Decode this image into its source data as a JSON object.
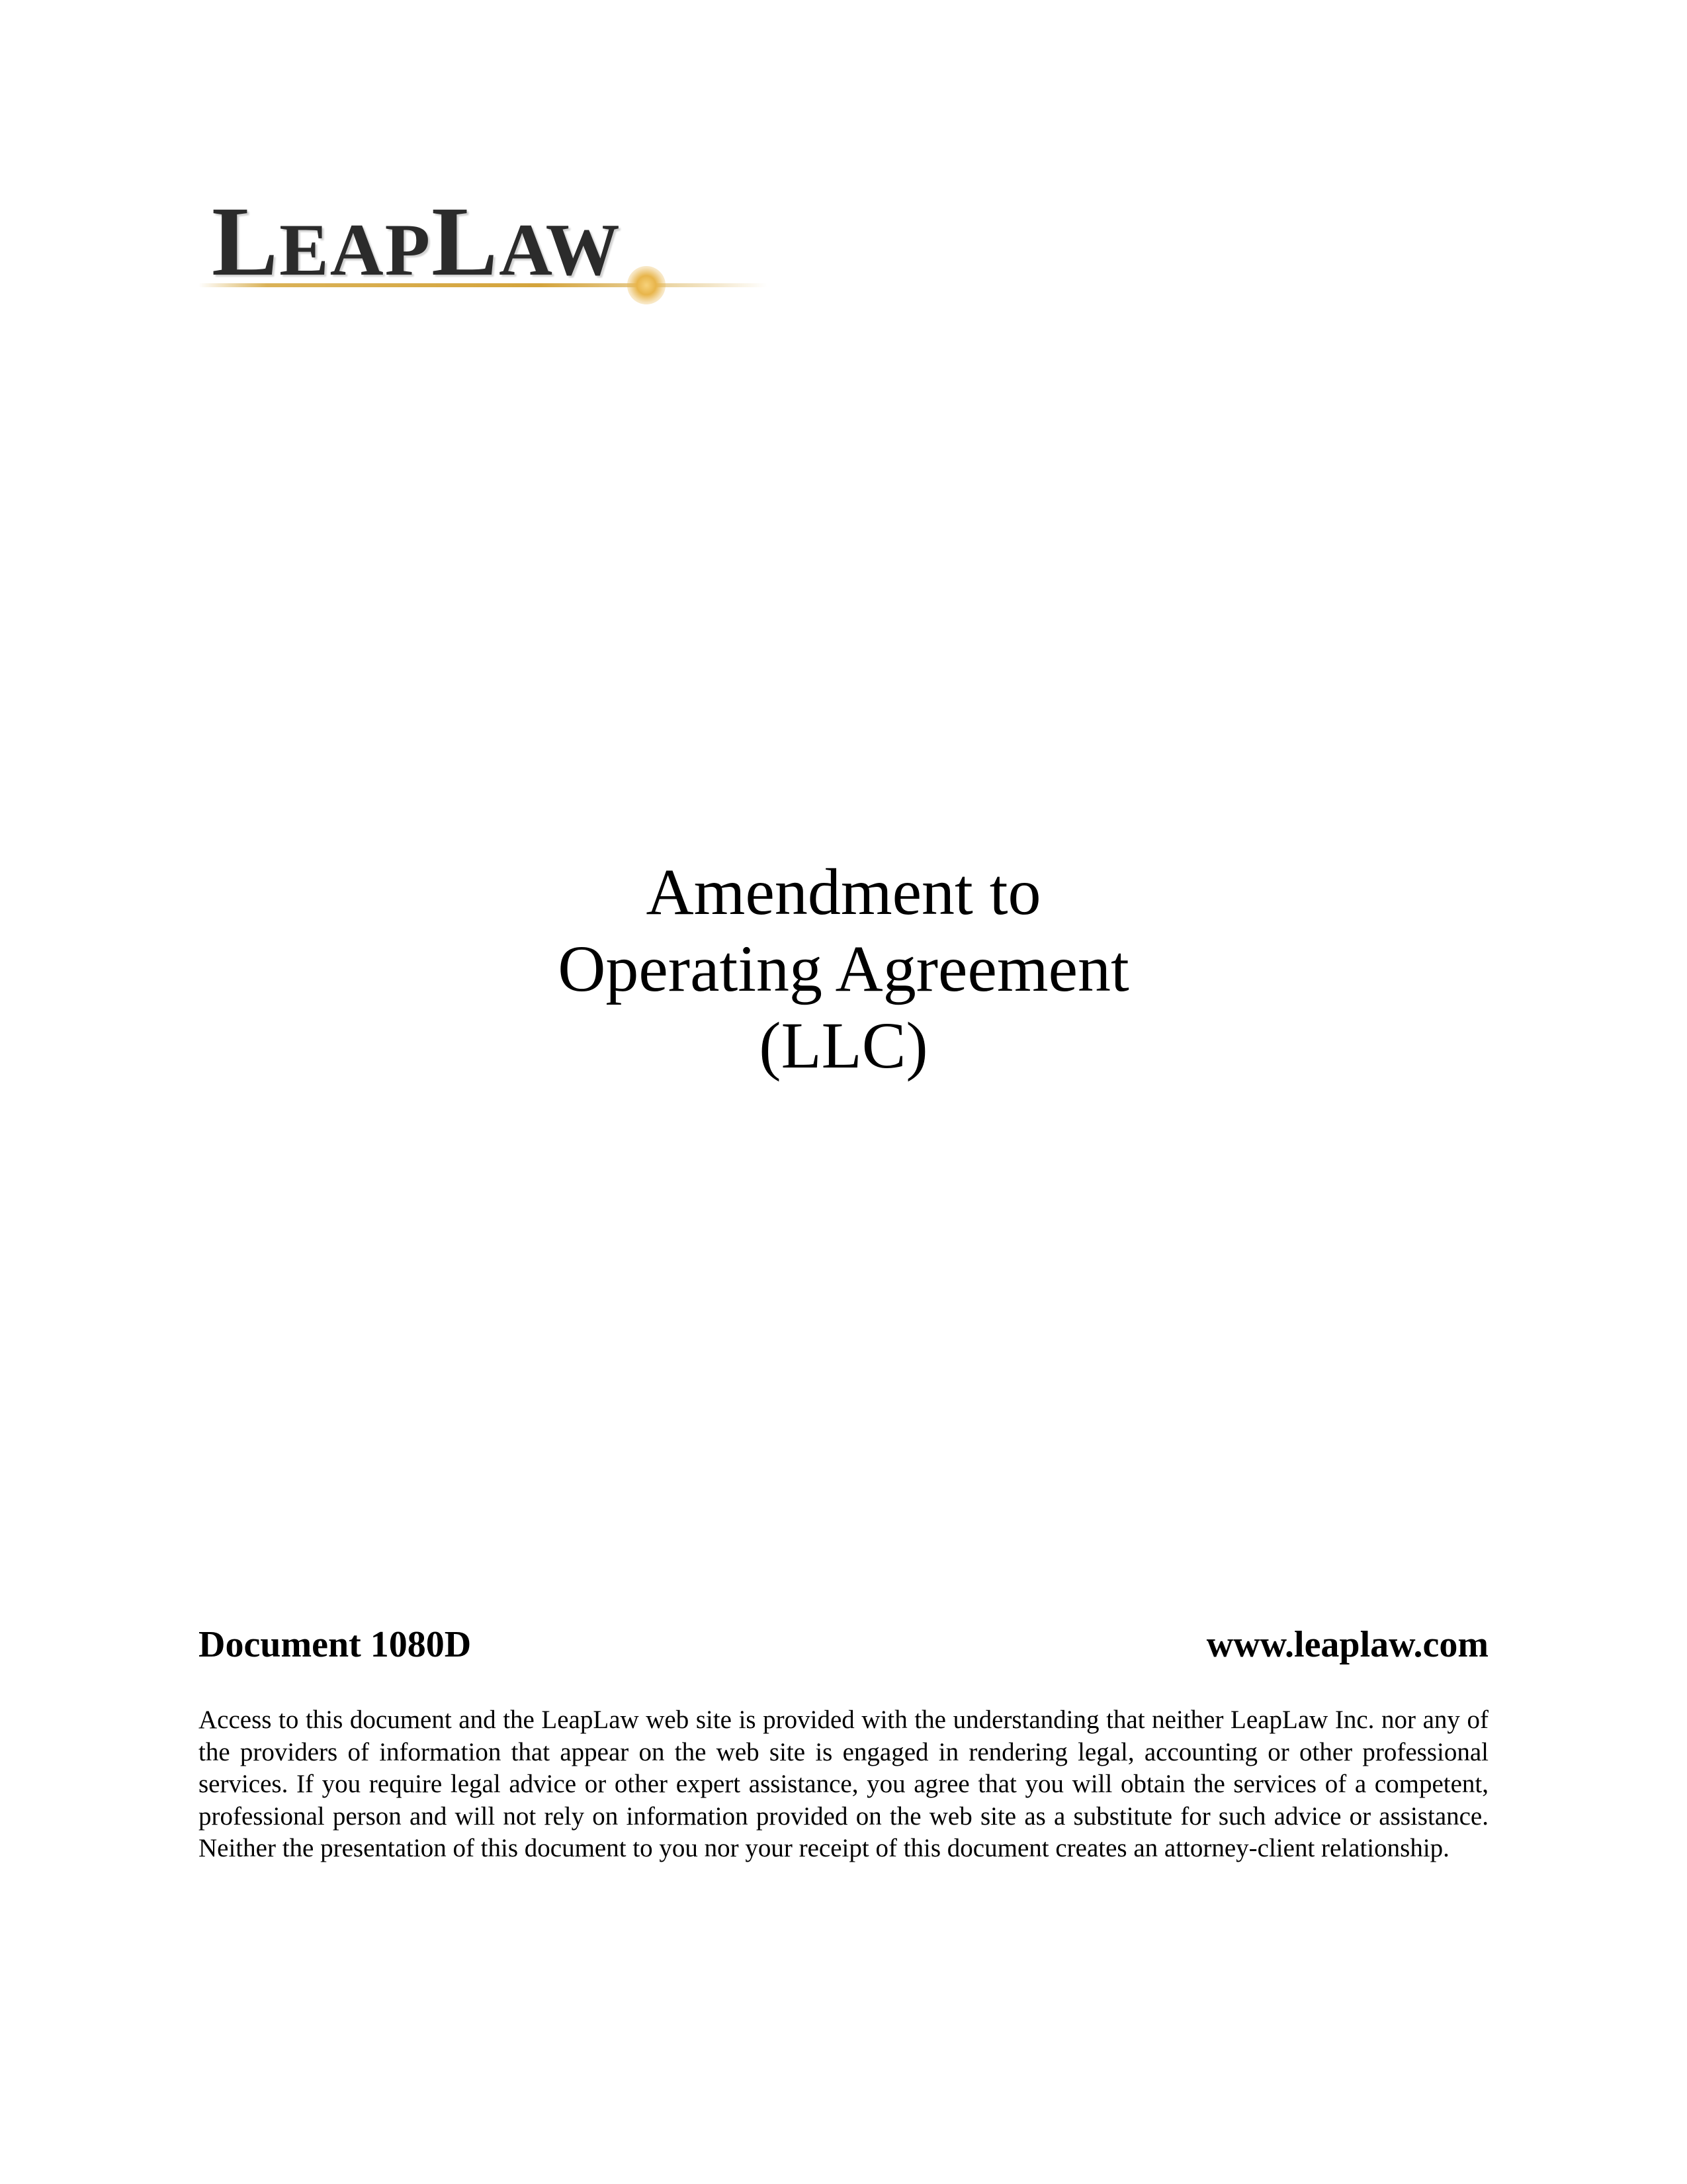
{
  "logo": {
    "text": "LeapLaw",
    "part1_cap": "L",
    "part1_rest": "EAP",
    "part2_cap": "L",
    "part2_rest": "AW",
    "accent_color": "#d4a43c"
  },
  "title": {
    "line1": "Amendment to",
    "line2": "Operating Agreement",
    "line3": "(LLC)"
  },
  "footer": {
    "document_number": "Document 1080D",
    "website": "www.leaplaw.com"
  },
  "disclaimer": "Access to this document and the LeapLaw web site is provided with the understanding that neither LeapLaw Inc. nor any of the providers of information that appear on the web site is engaged in rendering legal, accounting or other professional services.  If you require legal advice or other expert assistance, you agree that you will obtain the services of a competent, professional person and will not rely on information provided on the web site as a substitute for such advice or assistance.  Neither the presentation of this document to you nor your receipt of this document creates an attorney-client relationship."
}
